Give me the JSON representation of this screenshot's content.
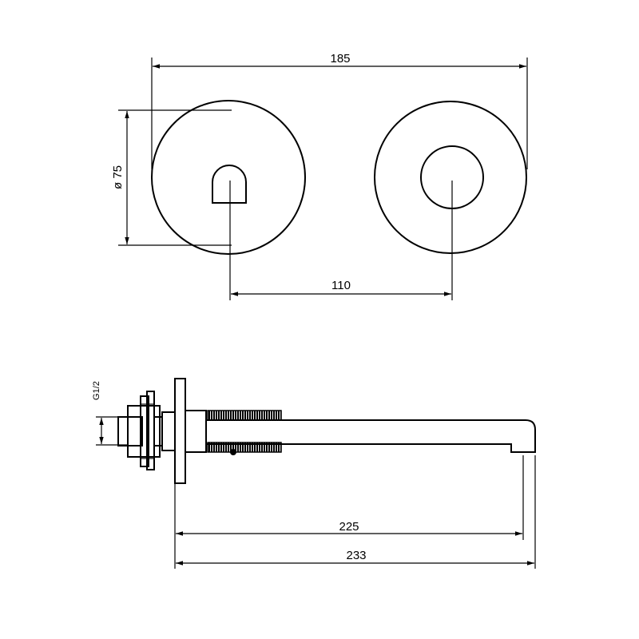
{
  "dimensions": {
    "overall_width": "185",
    "diameter": "ø 75",
    "center_spacing": "110",
    "thread": "G1/2",
    "spout_projection": "225",
    "overall_length": "233"
  }
}
